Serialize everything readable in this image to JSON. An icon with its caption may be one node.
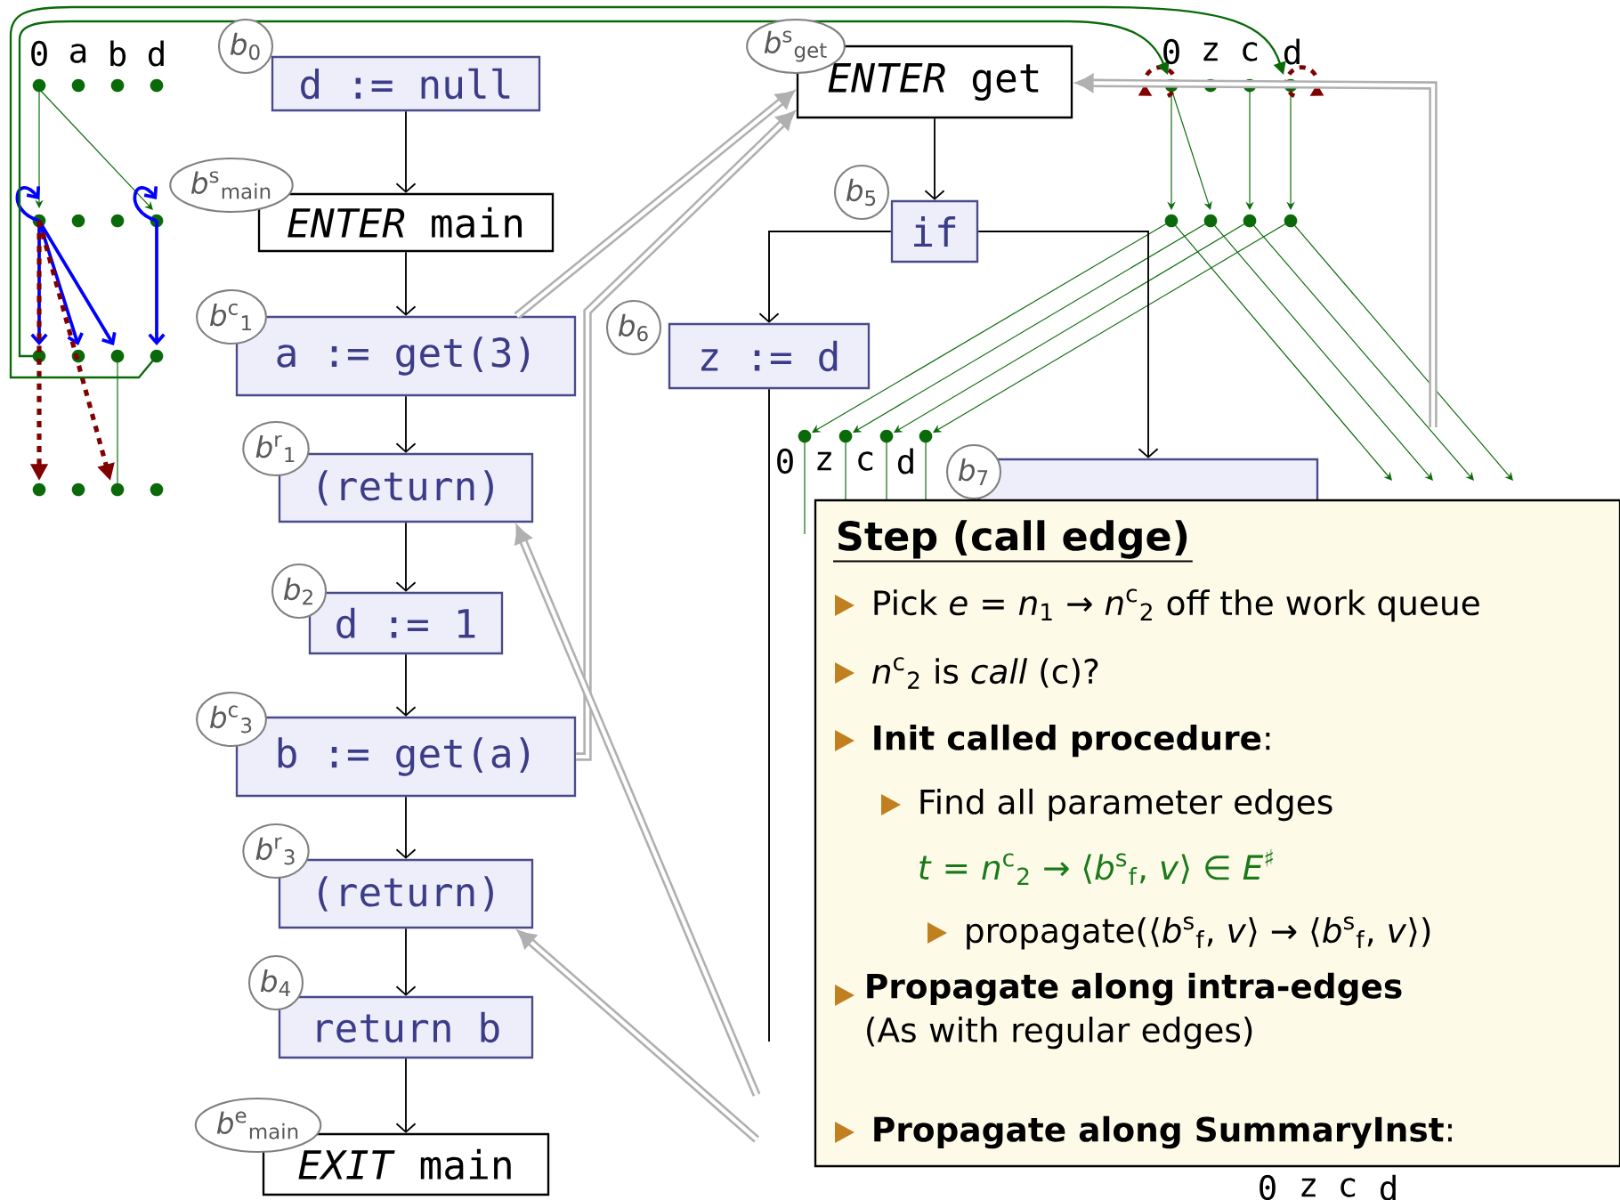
{
  "diagram": {
    "nodes": [
      {
        "text": [
          "d := null"
        ],
        "beside": [
          "*b*$_{0}$"
        ]
      },
      {
        "text": [
          "*ENTER* main"
        ],
        "beside": [
          "*b*$^{s}$$_{main}$"
        ]
      },
      {
        "text": [
          "a := get(3)"
        ],
        "beside": [
          "*b*$^{c}$$_{1}$"
        ]
      },
      {
        "text": [
          "(return)"
        ],
        "beside": [
          "*b*$^{r}$$_{1}$"
        ]
      },
      {
        "text": [
          "d := 1"
        ],
        "beside": [
          "*b*$_{2}$"
        ]
      },
      {
        "text": [
          "b := get(a)"
        ],
        "beside": [
          "*b*$^{c}$$_{3}$"
        ]
      },
      {
        "text": [
          "(return)"
        ],
        "beside": [
          "*b*$^{r}$$_{3}$"
        ]
      },
      {
        "text": [
          "return b"
        ],
        "beside": [
          "*b*$_{4}$"
        ]
      },
      {
        "text": [
          "*EXIT* main"
        ],
        "beside": [
          "*b*$^{e}$$_{main}$"
        ]
      },
      {
        "text": [
          "*ENTER* get"
        ],
        "beside": [
          "*b*$^{s}$$_{get}$"
        ]
      },
      {
        "text": [
          "if"
        ],
        "beside": [
          "*b*$_{5}$"
        ]
      },
      {
        "text": [
          "z := d"
        ],
        "beside": [
          "*b*$_{6}$"
        ]
      },
      {
        "text": [],
        "shape": "box",
        "beside": [
          "*b*$_{7}$"
        ]
      },
      {
        "text": [
          "Step (call edge)",
          "Pick *e* = *n*$_{1}$ → *n*$^{c}$$_{2}$ off the work queue",
          "*n*$^{c}$$_{2}$ is *call* (c)?",
          "**Init called procedure**:",
          "Find all parameter edges",
          "*t* = *n*$^{c}$$_{2}$ → ⟨*b*$^{s}$$_{f}$, *v*⟩ ∈ *E*$^{♯}$",
          "propagate(⟨*b*$^{s}$$_{f}$, *v*⟩ → ⟨*b*$^{s}$$_{f}$, *v*⟩)",
          "**Propagate along intra-edges** (As with regular edges)",
          "**Propagate along SummaryInst**:"
        ]
      }
    ],
    "edges": [
      {
        "from": 0,
        "to": 1,
        "arrow": "to"
      },
      {
        "from": 1,
        "to": 2,
        "arrow": "to"
      },
      {
        "from": 2,
        "to": 3,
        "arrow": "to"
      },
      {
        "from": 3,
        "to": 4,
        "arrow": "to"
      },
      {
        "from": 4,
        "to": 5,
        "arrow": "to"
      },
      {
        "from": 5,
        "to": 6,
        "arrow": "to"
      },
      {
        "from": 6,
        "to": 7,
        "arrow": "to"
      },
      {
        "from": 7,
        "to": 8,
        "arrow": "to"
      },
      {
        "from": 9,
        "to": 10,
        "arrow": "to"
      },
      {
        "from": 10,
        "to": 11,
        "arrow": "to"
      },
      {
        "from": 10,
        "to": 12,
        "arrow": "to"
      },
      {
        "from": 11,
        "to": null,
        "arrow": "none"
      },
      {
        "from": 2,
        "to": 9,
        "arrow": "to",
        "style": "thick",
        "color": "#b0b0b0"
      },
      {
        "from": 5,
        "to": 9,
        "arrow": "to",
        "style": "thick",
        "color": "#b0b0b0"
      },
      {
        "from": null,
        "to": 9,
        "arrow": "to",
        "style": "thick",
        "color": "#b0b0b0"
      },
      {
        "from": null,
        "to": 3,
        "arrow": "to",
        "style": "thick",
        "color": "#b0b0b0"
      },
      {
        "from": null,
        "to": 6,
        "arrow": "to",
        "style": "thick",
        "color": "#b0b0b0"
      }
    ],
    "labels": [
      "0",
      "a",
      "b",
      "d",
      "0",
      "z",
      "c",
      "d",
      "0",
      "z",
      "c",
      "d",
      "0",
      "z",
      "c",
      "d"
    ]
  }
}
